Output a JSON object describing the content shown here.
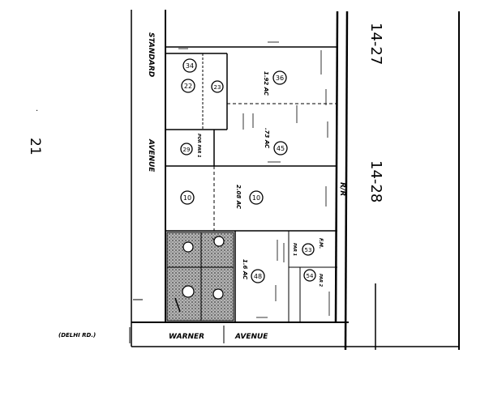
{
  "page_ref": "21",
  "map_page_top": "14-27",
  "map_page_bottom": "14-28",
  "streets": {
    "standard_1": "STANDARD",
    "standard_2": "AVENUE",
    "warner_1": "WARNER",
    "warner_2": "AVENUE",
    "delhi": "(DELHI RD.)"
  },
  "railroad_label": "R/R",
  "parcels": [
    {
      "id": "p34",
      "number": "34"
    },
    {
      "id": "p22",
      "number": "22"
    },
    {
      "id": "p23",
      "number": "23"
    },
    {
      "id": "p36",
      "number": "36"
    },
    {
      "id": "p29",
      "number": "29"
    },
    {
      "id": "p45",
      "number": "45"
    },
    {
      "id": "p10a",
      "number": "10"
    },
    {
      "id": "p10b",
      "number": "10"
    },
    {
      "id": "p48",
      "number": "48"
    },
    {
      "id": "p53",
      "number": "53"
    },
    {
      "id": "p54",
      "number": "54"
    }
  ],
  "acreage": {
    "a36": "1.92 AC",
    "a45": ".73 AC",
    "a10": "2.08 AC",
    "a48": "1.6 AC"
  },
  "annotations": {
    "por_parcel_1": "POR PAR 1",
    "par_1": "PAR 1",
    "fm": "F.M.",
    "par_2": "PAR 2"
  },
  "colors": {
    "ink": "#000000",
    "paper": "#ffffff",
    "shade": "#9a9a9a"
  }
}
